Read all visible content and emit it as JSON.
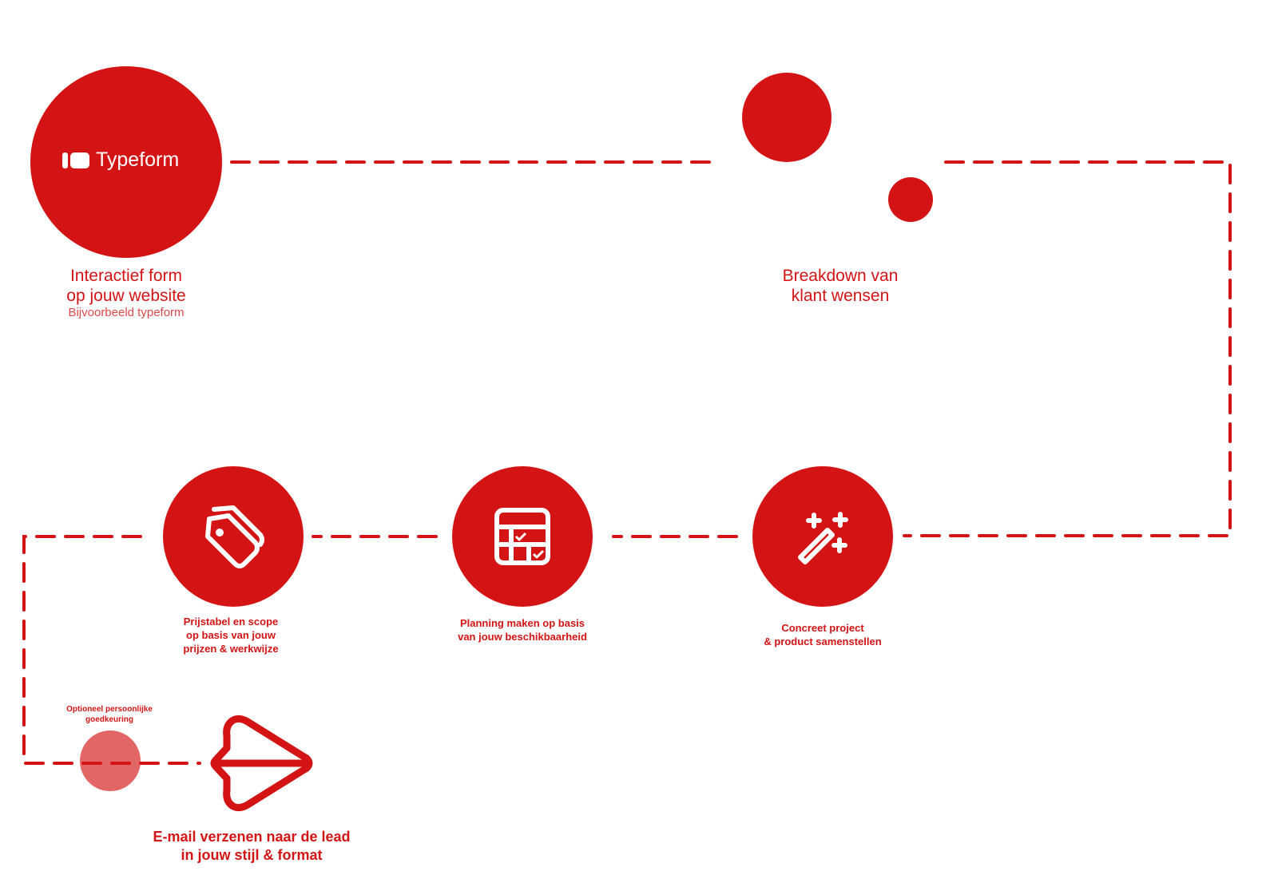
{
  "colors": {
    "primary": "#d41414",
    "muted": "#e06464",
    "background": "#ffffff"
  },
  "steps": [
    {
      "brand": "Typeform",
      "title_line1": "Interactief form",
      "title_line2": "op jouw website",
      "subtitle": "Bijvoorbeeld typeform",
      "icon": "typeform-logo-icon"
    },
    {
      "title_line1": "Breakdown van",
      "title_line2": "klant wensen",
      "icon": "bubbles-icon"
    },
    {
      "title_line1": "Concreet project",
      "title_line2": "& product samenstellen",
      "icon": "magic-wand-icon"
    },
    {
      "title_line1": "Planning maken op basis",
      "title_line2": "van jouw beschikbaarheid",
      "icon": "calendar-check-icon"
    },
    {
      "title_line1": "Prijstabel en scope",
      "title_line2": "op basis van jouw",
      "title_line3": "prijzen & werkwijze",
      "icon": "price-tag-icon"
    },
    {
      "title_line1": "Optioneel persoonlijke",
      "title_line2": "goedkeuring",
      "icon": "approval-circle"
    },
    {
      "title_line1": "E-mail verzenen naar de lead",
      "title_line2": "in jouw stijl & format",
      "icon": "paper-plane-icon"
    }
  ]
}
